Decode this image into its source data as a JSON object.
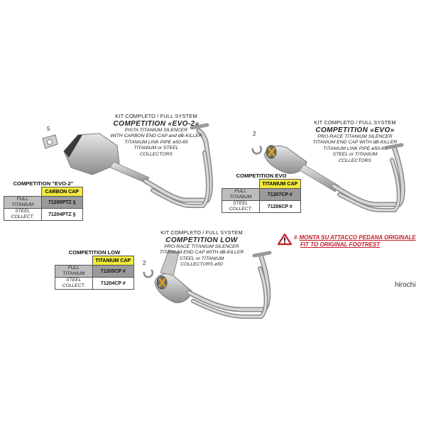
{
  "colors": {
    "accent_red": "#c21e2b",
    "header_yellow": "#f2ea3e",
    "row_gray": "#9a9a9a"
  },
  "evo2": {
    "number": "5",
    "kit": "KIT COMPLETO / FULL SYSTEM",
    "model": "COMPETITION «EVO-2»",
    "desc": [
      "PISTA TITANIUM SILENCER",
      "WITH CARBON END CAP and dB-KILLER",
      "TITANIUM LINK PIPE ø50-65",
      "TITANIUM or STEEL",
      "COLLECTORS"
    ],
    "table": {
      "title": "COMPETITION \"EVO-2\"",
      "header": "CARBON CAP",
      "rows": [
        {
          "label": "FULL TITANIUM",
          "code": "71205PTZ §"
        },
        {
          "label": "STEEL COLLECT.",
          "code": "71204PTZ §"
        }
      ]
    }
  },
  "evo": {
    "number": "2",
    "kit": "KIT COMPLETO / FULL SYSTEM",
    "model": "COMPETITION «EVO»",
    "desc": [
      "PRO-RACE TITANIUM SILENCER",
      "TITANIUM END CAP WITH dB-KILLER",
      "TITANIUM LINK PIPE ø50-65",
      "STEEL or TITANIUM",
      "COLLECTORS"
    ],
    "table": {
      "title": "COMPETITION EVO",
      "header": "TITANIUM CAP",
      "rows": [
        {
          "label": "FULL TITANIUM",
          "code": "71207CP #"
        },
        {
          "label": "STEEL COLLECT.",
          "code": "71206CP #"
        }
      ]
    }
  },
  "low": {
    "number": "2",
    "kit": "KIT COMPLETO / FULL SYSTEM",
    "model": "COMPETITION  LOW",
    "desc": [
      "PRO-RACE TITANIUM SILENCER",
      "TITANIUM END CAP  WITH dB-KILLER",
      "STEEL or TITANIUM",
      "COLLECTORS ø50"
    ],
    "table": {
      "title": "COMPETITION LOW",
      "header": "TITANIUM CAP",
      "rows": [
        {
          "label": "FULL TITANIUM",
          "code": "71205CP #"
        },
        {
          "label": "STEEL COLLECT.",
          "code": "71204CP #"
        }
      ]
    }
  },
  "note": {
    "symbol": "#",
    "line1": "MONTA SU ATTACCO PEDANA ORIGINALE",
    "line2": "FIT TO ORIGINAL FOOTREST"
  },
  "watermark": "hirochi"
}
